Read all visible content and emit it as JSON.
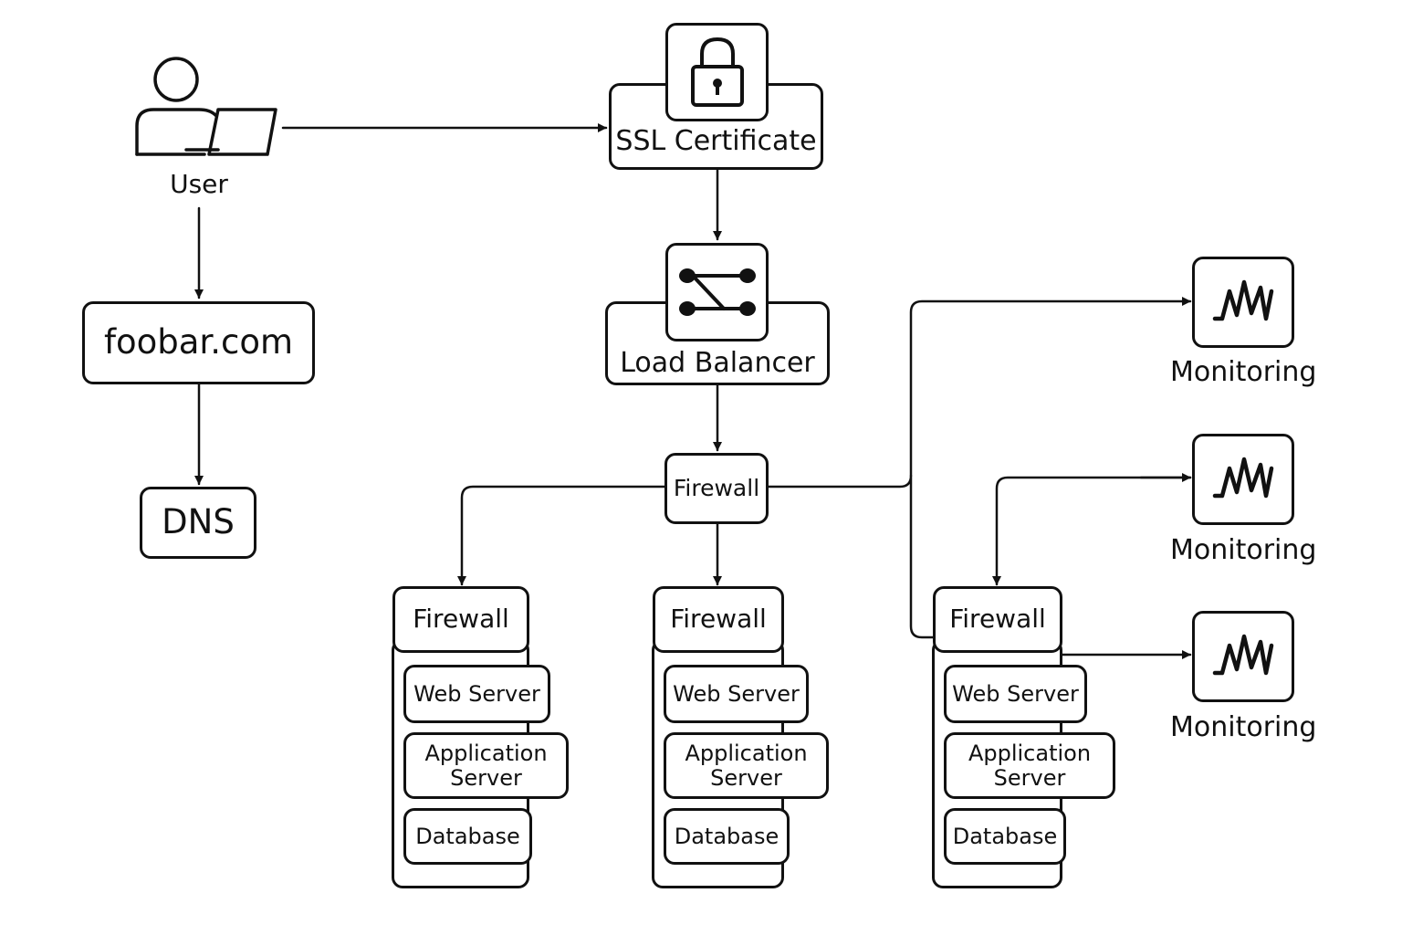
{
  "user": {
    "label": "User"
  },
  "domain": {
    "label": "foobar.com"
  },
  "dns": {
    "label": "DNS"
  },
  "ssl": {
    "label": "SSL Certificate",
    "icon": "lock-icon"
  },
  "load_balancer": {
    "label": "Load Balancer",
    "icon": "load-balancer-icon"
  },
  "main_firewall": {
    "label": "Firewall"
  },
  "clusters": [
    {
      "firewall": "Firewall",
      "web": "Web Server",
      "app_line1": "Application",
      "app_line2": "Server",
      "db": "Database"
    },
    {
      "firewall": "Firewall",
      "web": "Web Server",
      "app_line1": "Application",
      "app_line2": "Server",
      "db": "Database"
    },
    {
      "firewall": "Firewall",
      "web": "Web Server",
      "app_line1": "Application",
      "app_line2": "Server",
      "db": "Database"
    }
  ],
  "monitoring": [
    {
      "label": "Monitoring",
      "icon": "activity-icon"
    },
    {
      "label": "Monitoring",
      "icon": "activity-icon"
    },
    {
      "label": "Monitoring",
      "icon": "activity-icon"
    }
  ],
  "colors": {
    "stroke": "#111111",
    "background": "#ffffff"
  }
}
